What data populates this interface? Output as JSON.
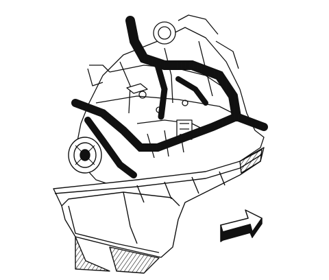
{
  "illustration": {
    "subject": "engine-oil-pan-and-wiring-harness",
    "colors": {
      "line": "#111111",
      "fill": "#ffffff",
      "shade": "#2a2a2a"
    },
    "direction_arrow": {
      "icon": "front-direction-arrow",
      "pointing": "up-right"
    }
  }
}
